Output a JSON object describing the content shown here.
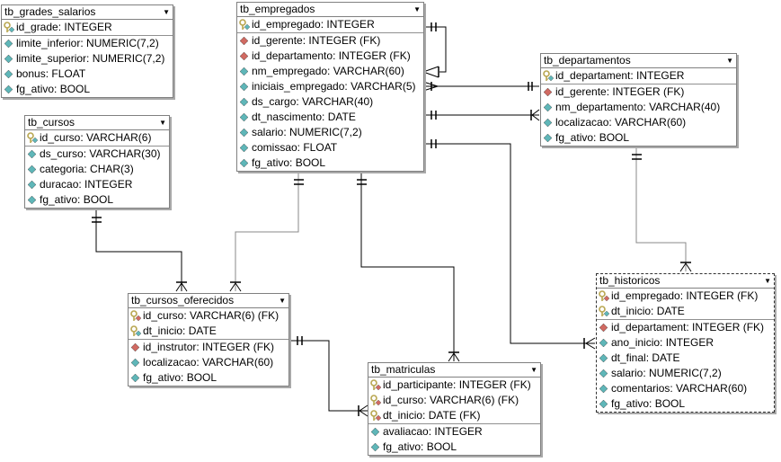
{
  "tables": [
    {
      "id": "tb_grades_salarios",
      "name": "tb_grades_salarios",
      "fields": [
        {
          "text": "id_grade: INTEGER",
          "icon": "pk"
        },
        {
          "text": "limite_inferior: NUMERIC(7,2)",
          "icon": "col"
        },
        {
          "text": "limite_superior: NUMERIC(7,2)",
          "icon": "col"
        },
        {
          "text": "bonus: FLOAT",
          "icon": "col"
        },
        {
          "text": "fg_ativo: BOOL",
          "icon": "col"
        }
      ]
    },
    {
      "id": "tb_empregados",
      "name": "tb_empregados",
      "fields": [
        {
          "text": "id_empregado: INTEGER",
          "icon": "pk"
        },
        {
          "text": "id_gerente: INTEGER (FK)",
          "icon": "fk"
        },
        {
          "text": "id_departamento: INTEGER (FK)",
          "icon": "fk"
        },
        {
          "text": "nm_empregado: VARCHAR(60)",
          "icon": "col"
        },
        {
          "text": "iniciais_empregado: VARCHAR(5)",
          "icon": "col"
        },
        {
          "text": "ds_cargo: VARCHAR(40)",
          "icon": "col"
        },
        {
          "text": "dt_nascimento: DATE",
          "icon": "col"
        },
        {
          "text": "salario: NUMERIC(7,2)",
          "icon": "col"
        },
        {
          "text": "comissao: FLOAT",
          "icon": "col"
        },
        {
          "text": "fg_ativo: BOOL",
          "icon": "col"
        }
      ]
    },
    {
      "id": "tb_departamentos",
      "name": "tb_departamentos",
      "fields": [
        {
          "text": "id_departament: INTEGER",
          "icon": "pk"
        },
        {
          "text": "id_gerente: INTEGER (FK)",
          "icon": "fk"
        },
        {
          "text": "nm_departamento: VARCHAR(40)",
          "icon": "col"
        },
        {
          "text": "localizacao: VARCHAR(60)",
          "icon": "col"
        },
        {
          "text": "fg_ativo: BOOL",
          "icon": "col"
        }
      ]
    },
    {
      "id": "tb_cursos",
      "name": "tb_cursos",
      "fields": [
        {
          "text": "id_curso: VARCHAR(6)",
          "icon": "pk"
        },
        {
          "text": "ds_curso: VARCHAR(30)",
          "icon": "col"
        },
        {
          "text": "categoria: CHAR(3)",
          "icon": "col"
        },
        {
          "text": "duracao: INTEGER",
          "icon": "col"
        },
        {
          "text": "fg_ativo: BOOL",
          "icon": "col"
        }
      ]
    },
    {
      "id": "tb_cursos_oferecidos",
      "name": "tb_cursos_oferecidos",
      "fields": [
        {
          "text": "id_curso: VARCHAR(6) (FK)",
          "icon": "pkfk"
        },
        {
          "text": "dt_inicio: DATE",
          "icon": "pk"
        },
        {
          "text": "id_instrutor: INTEGER (FK)",
          "icon": "fk"
        },
        {
          "text": "localizacao: VARCHAR(60)",
          "icon": "col"
        },
        {
          "text": "fg_ativo: BOOL",
          "icon": "col"
        }
      ]
    },
    {
      "id": "tb_matriculas",
      "name": "tb_matriculas",
      "fields": [
        {
          "text": "id_participante: INTEGER (FK)",
          "icon": "pkfk"
        },
        {
          "text": "id_curso: VARCHAR(6) (FK)",
          "icon": "pkfk"
        },
        {
          "text": "dt_inicio: DATE (FK)",
          "icon": "pkfk"
        },
        {
          "text": "avaliacao: INTEGER",
          "icon": "col"
        },
        {
          "text": "fg_ativo: BOOL",
          "icon": "col"
        }
      ]
    },
    {
      "id": "tb_historicos",
      "name": "tb_historicos",
      "fields": [
        {
          "text": "id_empregado: INTEGER (FK)",
          "icon": "pkfk"
        },
        {
          "text": "dt_inicio: DATE",
          "icon": "pk"
        },
        {
          "text": "id_departament: INTEGER (FK)",
          "icon": "fk"
        },
        {
          "text": "ano_inicio: INTEGER",
          "icon": "col"
        },
        {
          "text": "dt_final: DATE",
          "icon": "col"
        },
        {
          "text": "salario: NUMERIC(7,2)",
          "icon": "col"
        },
        {
          "text": "comentarios: VARCHAR(60)",
          "icon": "col"
        },
        {
          "text": "fg_ativo: BOOL",
          "icon": "col"
        }
      ]
    }
  ],
  "icon_colors": {
    "column": "#5fb6b8",
    "foreign_key": "#d06a62",
    "key": "#b8a650"
  }
}
